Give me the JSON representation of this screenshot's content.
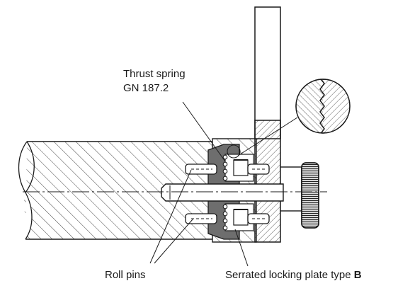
{
  "labels": {
    "thrust_spring_line1": "Thrust spring",
    "thrust_spring_line2": "GN 187.2",
    "roll_pins": "Roll pins",
    "serrated_plate_prefix": "Serrated locking plate type ",
    "serrated_plate_type": "B"
  },
  "colors": {
    "line": "#1a1a1a",
    "hatch": "#333333",
    "fill_dark": "#6e6e6e",
    "fill_light": "#d9d9d9",
    "background": "#ffffff"
  }
}
